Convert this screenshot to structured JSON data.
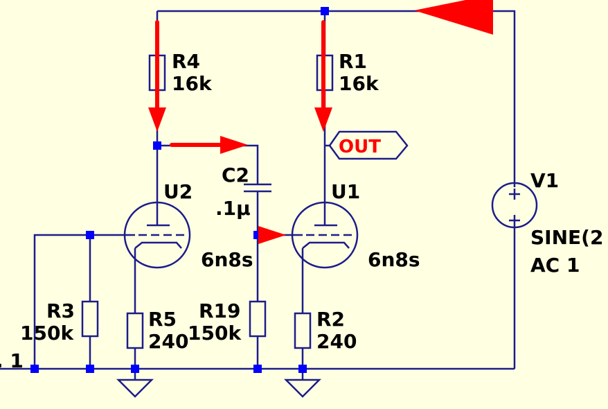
{
  "components": {
    "r4": {
      "name": "R4",
      "value": "16k"
    },
    "r1": {
      "name": "R1",
      "value": "16k"
    },
    "c2": {
      "name": "C2",
      "value": ".1µ"
    },
    "u2": {
      "name": "U2",
      "model": "6n8s"
    },
    "u1": {
      "name": "U1",
      "model": "6n8s"
    },
    "v1": {
      "name": "V1",
      "spec_line1": "SINE(2",
      "spec_line2": "AC 1"
    },
    "r3": {
      "name": "R3",
      "value": "150k"
    },
    "r5": {
      "name": "R5",
      "value": "240"
    },
    "r19": {
      "name": "R19",
      "value": "150k"
    },
    "r2": {
      "name": "R2",
      "value": "240"
    }
  },
  "net_labels": {
    "out": "OUT",
    "left_edge": ". 1"
  },
  "colors": {
    "background": "#ffffe1",
    "wire": "#1c1c8a",
    "junction": "#0000ff",
    "signal_arrow": "#ff0000"
  }
}
